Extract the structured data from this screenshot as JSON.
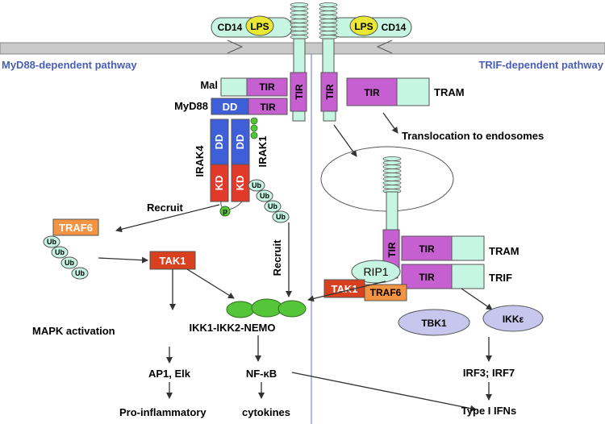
{
  "pathways": {
    "left": "MyD88-dependent pathway",
    "right": "TRIF-dependent pathway"
  },
  "receptor": {
    "cd14": "CD14",
    "lps": "LPS",
    "tir": "TIR"
  },
  "adaptors": {
    "mal": "Mal",
    "myd88": "MyD88",
    "tram": "TRAM",
    "trif": "TRIF",
    "dd": "DD",
    "tir": "TIR"
  },
  "kinases": {
    "irak4": "IRAK4",
    "irak1": "IRAK1",
    "kd": "KD",
    "dd": "DD",
    "p": "p",
    "ub": "Ub"
  },
  "labels": {
    "recruit": "Recruit",
    "translocation": "Translocation to endosomes",
    "traf6": "TRAF6",
    "tak1": "TAK1",
    "rip1": "RIP1",
    "tbk1": "TBK1",
    "ikke": "IKKε",
    "mapk": "MAPK activation",
    "ikk_complex": "IKK1-IKK2-NEMO",
    "ap1": "AP1, Elk",
    "nfkb": "NF-κB",
    "irf": "IRF3; IRF7",
    "pro_inflam": "Pro-inflammatory",
    "cytokines": "cytokines",
    "type1": "Type I IFNs"
  },
  "colors": {
    "tir_purple": "#c65fd0",
    "mint": "#c6f5e4",
    "dd_blue": "#3f5fd8",
    "kd_red": "#e23a2a",
    "orange": "#f29442",
    "tak1_red": "#d9401f",
    "green": "#55c63a",
    "lavender": "#c7c6ec",
    "lps_yellow": "#e8e835",
    "membrane": "#c9c9c9"
  }
}
